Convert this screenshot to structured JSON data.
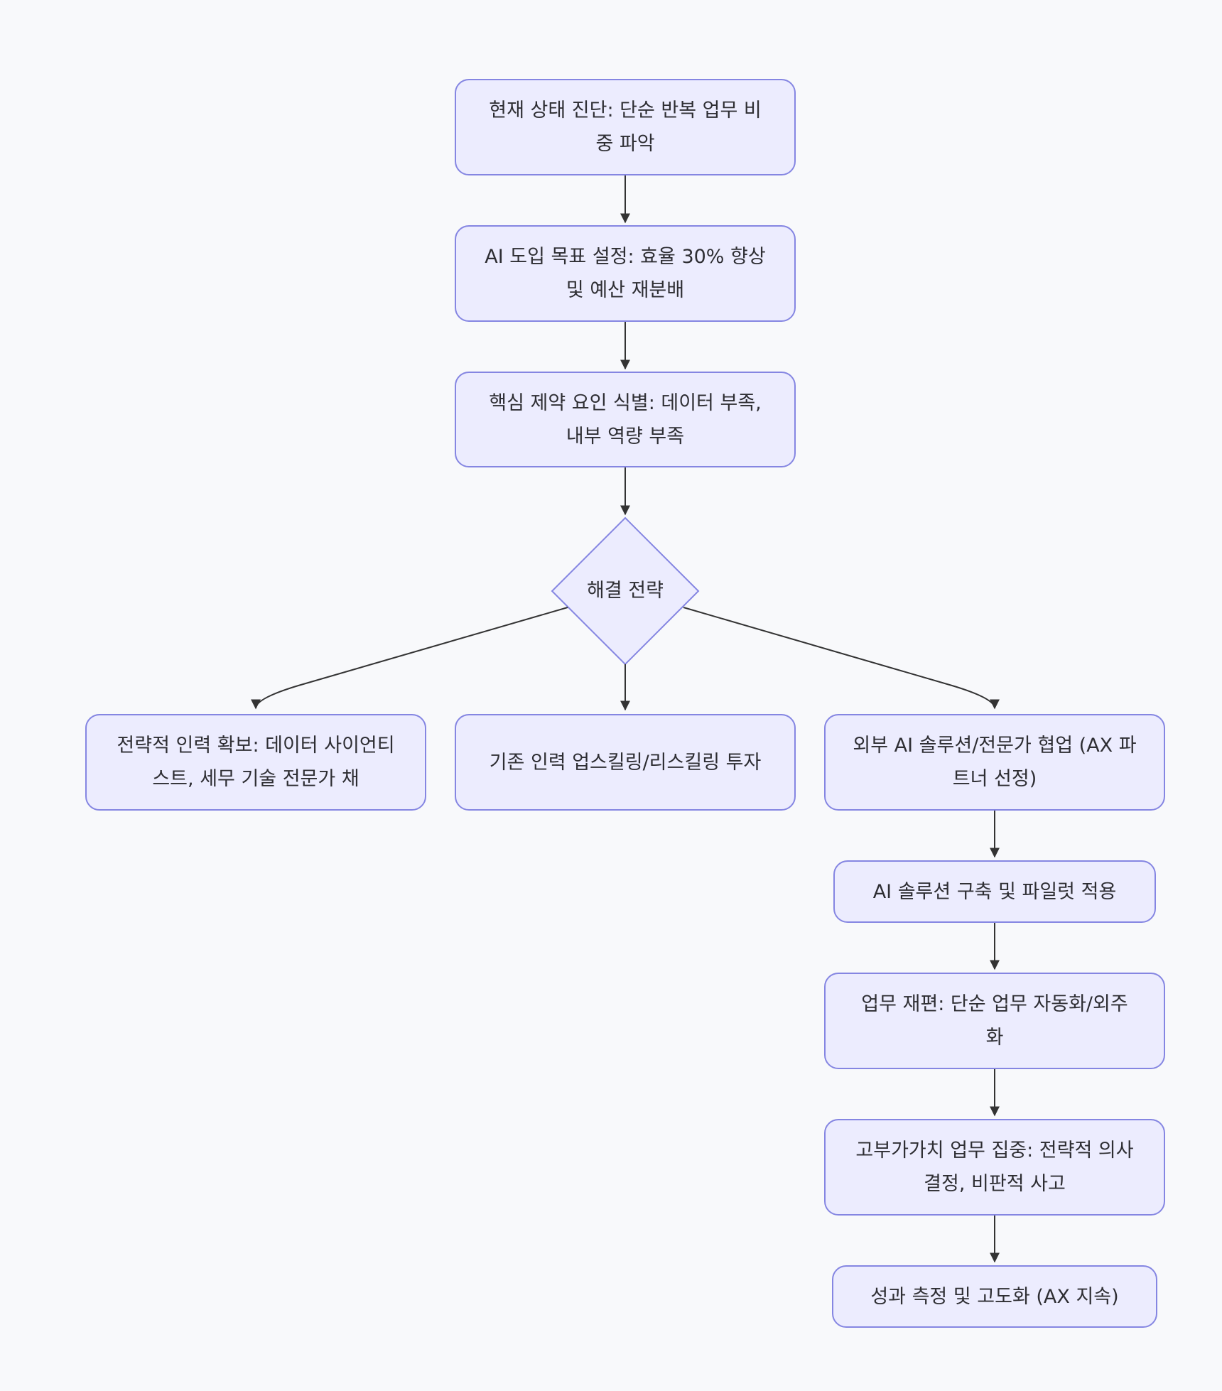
{
  "diagram": {
    "nodes": {
      "diagnose": "현재 상태 진단: 단순 반복 업무 비중 파악",
      "goal": "AI 도입 목표 설정: 효율 30% 향상 및 예산 재분배",
      "constraints": "핵심 제약 요인 식별: 데이터 부족, 내부 역량 부족",
      "strategy": "해결 전략",
      "hire": "전략적 인력 확보: 데이터 사이언티스트, 세무 기술 전문가 채",
      "upskill": "기존 인력 업스킬링/리스킬링 투자",
      "partner": "외부 AI 솔루션/전문가 협업 (AX 파트너 선정)",
      "pilot": "AI 솔루션 구축 및 파일럿 적용",
      "reorg": "업무 재편: 단순 업무 자동화/외주화",
      "focus": "고부가가치 업무 집중: 전략적 의사결정, 비판적 사고",
      "measure": "성과 측정 및 고도화 (AX 지속)"
    },
    "edges": [
      {
        "from": "diagnose",
        "to": "goal"
      },
      {
        "from": "goal",
        "to": "constraints"
      },
      {
        "from": "constraints",
        "to": "strategy"
      },
      {
        "from": "strategy",
        "to": "hire"
      },
      {
        "from": "strategy",
        "to": "upskill"
      },
      {
        "from": "strategy",
        "to": "partner"
      },
      {
        "from": "partner",
        "to": "pilot"
      },
      {
        "from": "pilot",
        "to": "reorg"
      },
      {
        "from": "reorg",
        "to": "focus"
      },
      {
        "from": "focus",
        "to": "measure"
      }
    ],
    "colors": {
      "node_fill": "#ececfe",
      "node_border": "#8586e2",
      "edge": "#333333",
      "text": "#2e2e33",
      "background": "#f8f9fb"
    }
  }
}
